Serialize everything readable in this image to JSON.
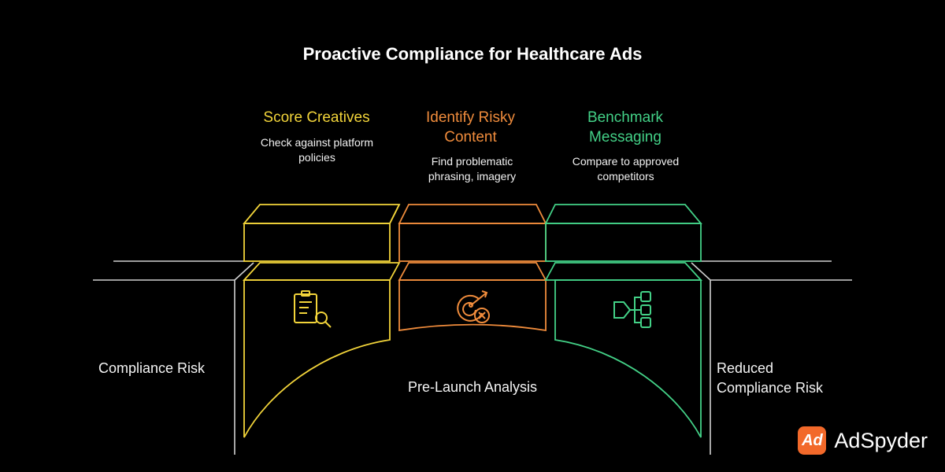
{
  "title": "Proactive Compliance for Healthcare Ads",
  "steps": [
    {
      "title": "Score Creatives",
      "description": "Check against platform policies",
      "color": "#f2d43a",
      "icon": "clipboard-search-icon"
    },
    {
      "title": "Identify Risky Content",
      "description": "Find problematic phrasing, imagery",
      "color": "#f08c3c",
      "icon": "target-cross-icon"
    },
    {
      "title": "Benchmark Messaging",
      "description": "Compare to approved competitors",
      "color": "#43d187",
      "icon": "flow-branches-icon"
    }
  ],
  "left_label": "Compliance Risk",
  "right_label": "Reduced Compliance Risk",
  "center_label": "Pre-Launch Analysis",
  "brand": {
    "name": "AdSpyder",
    "mark": "Ad",
    "color": "#f2692a"
  }
}
